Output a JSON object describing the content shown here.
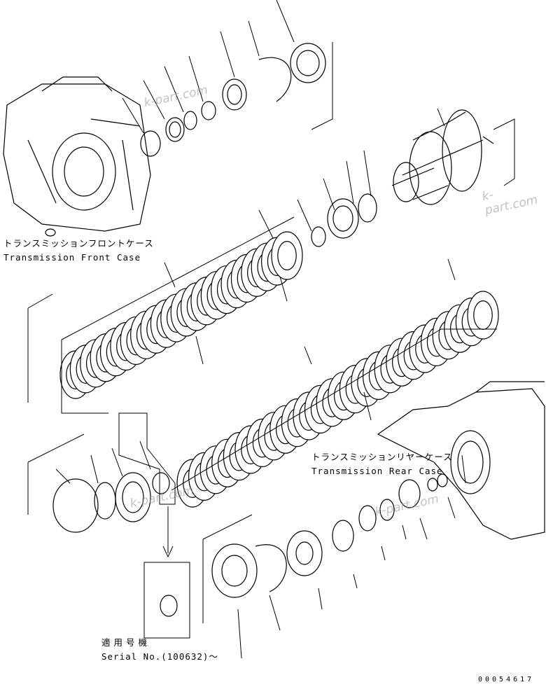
{
  "labels": {
    "front_case_jp": "トランスミッションフロントケース",
    "front_case_en": "Transmission Front Case",
    "rear_case_jp": "トランスミッションリヤーケース",
    "rear_case_en": "Transmission Rear Case",
    "serial_jp": "適用号機",
    "serial_en": "Serial No.(100632)～"
  },
  "figure_number": "00054617",
  "watermark": "k-part.com",
  "colors": {
    "line": "#000000",
    "watermark": "#9a9a9a"
  }
}
